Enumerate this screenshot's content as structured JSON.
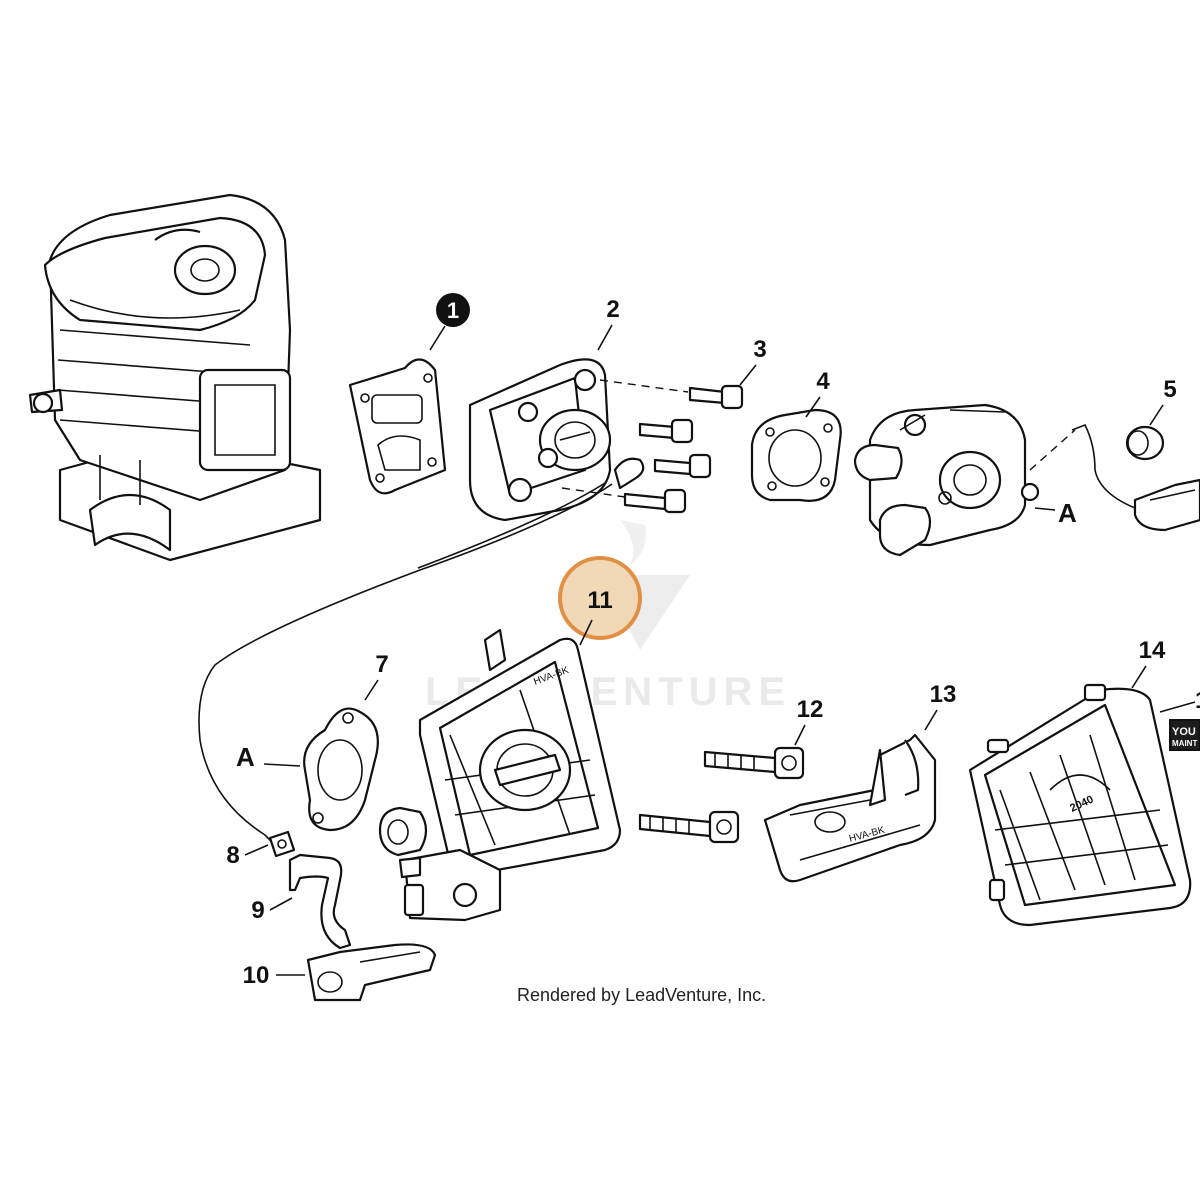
{
  "callouts": {
    "c1": "1",
    "c2": "2",
    "c3": "3",
    "c4": "4",
    "c5": "5",
    "c7": "7",
    "c8": "8",
    "c9": "9",
    "c10": "10",
    "c11": "11",
    "c12": "12",
    "c13": "13",
    "c14": "14",
    "c15": "1"
  },
  "connector_a_left": "A",
  "connector_a_right": "A",
  "watermark": "LEADVENTURE",
  "credit": "Rendered by LeadVenture, Inc.",
  "partial_label_top": "YOU",
  "partial_label_bottom": "MAINT",
  "filter_mark": "2040",
  "highlight_color": "#e08a3c",
  "highlight_fill": "#f1d6b4"
}
